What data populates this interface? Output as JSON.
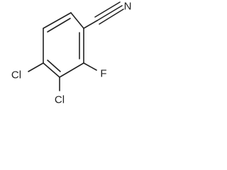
{
  "molecule": {
    "atoms": {
      "nitrogen": "N",
      "fluorine": "F",
      "chlorine_upper": "Cl",
      "chlorine_lower": "Cl"
    },
    "ink_color": "#222222",
    "background": "#ffffff"
  }
}
